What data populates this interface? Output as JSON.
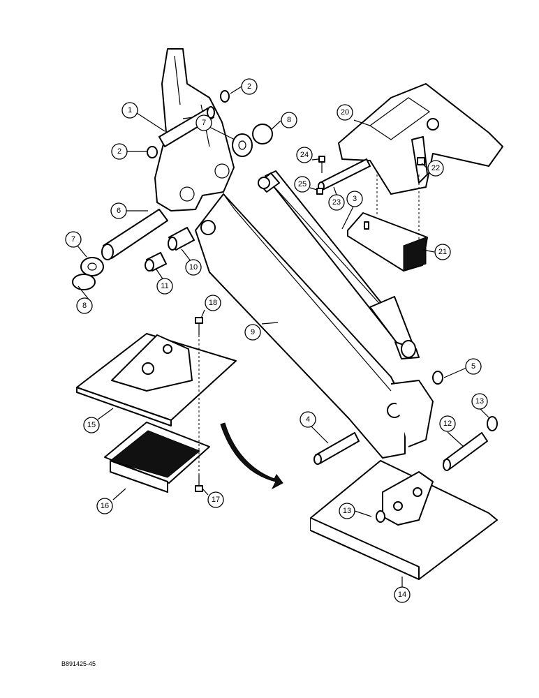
{
  "callouts": [
    "1",
    "2",
    "2",
    "3",
    "4",
    "5",
    "6",
    "7",
    "7",
    "8",
    "8",
    "9",
    "10",
    "11",
    "12",
    "13",
    "13",
    "14",
    "15",
    "16",
    "17",
    "18",
    "20",
    "21",
    "22",
    "23",
    "24",
    "25"
  ],
  "figure_ref": "B891425-45"
}
